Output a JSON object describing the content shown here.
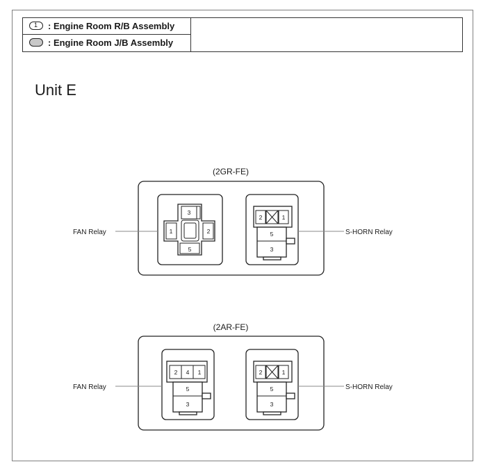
{
  "legend": [
    {
      "symbol": "1",
      "style": "outlined-oval",
      "label": ": Engine Room R/B Assembly"
    },
    {
      "symbol": "",
      "style": "filled-oval",
      "label": ": Engine Room J/B Assembly"
    }
  ],
  "unit_title": "Unit E",
  "groups": [
    {
      "engine": "(2GR-FE)",
      "left_relay": {
        "label": "FAN Relay",
        "terminals": [
          "3",
          "1",
          "2",
          "5"
        ]
      },
      "right_relay": {
        "label": "S-HORN Relay",
        "terminals": [
          "2",
          "1",
          "5",
          "3"
        ]
      }
    },
    {
      "engine": "(2AR-FE)",
      "left_relay": {
        "label": "FAN Relay",
        "terminals": [
          "2",
          "4",
          "1",
          "5",
          "3"
        ]
      },
      "right_relay": {
        "label": "S-HORN Relay",
        "terminals": [
          "2",
          "1",
          "5",
          "3"
        ]
      }
    }
  ]
}
